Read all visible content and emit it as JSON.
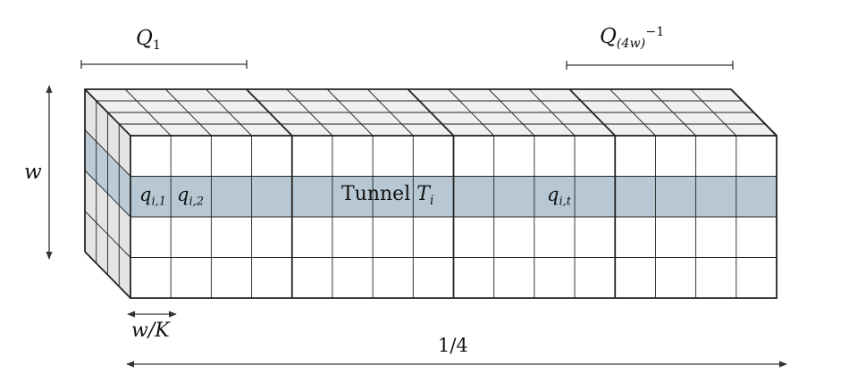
{
  "labels": {
    "q1_main": "Q",
    "q1_sub": "1",
    "qlast_main": "Q",
    "qlast_sub": "(4w)",
    "qlast_sup": "−1",
    "w": "w",
    "cell_width": "w/K",
    "length": "1/4",
    "tunnel_text": "Tunnel",
    "tunnel_symbol": "T",
    "tunnel_sub": "i",
    "qi1_main": "q",
    "qi1_sub": "i,1",
    "qi2_main": "q",
    "qi2_sub": "i,2",
    "qit_main": "q",
    "qit_sub": "i,t"
  },
  "colors": {
    "tunnel_fill": "#b7c8d4",
    "face_fill": "#ffffff",
    "top_fill": "#f0f0f0",
    "side_fill": "#e4e4e4",
    "line": "#222222"
  }
}
